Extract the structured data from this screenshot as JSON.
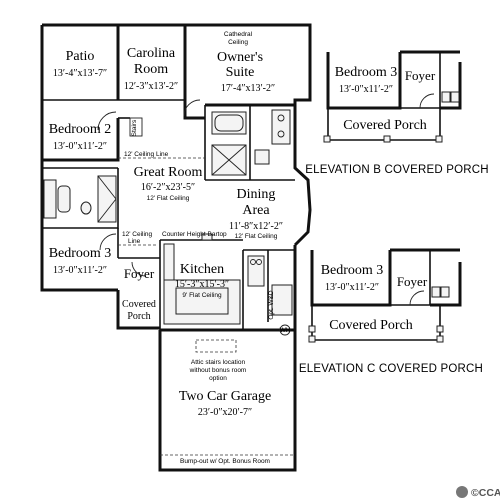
{
  "main_plan": {
    "patio": {
      "name": "Patio",
      "dims": "13′-4″x13′-7″"
    },
    "carolina_room": {
      "name_line1": "Carolina",
      "name_line2": "Room",
      "dims": "12′-3″x13′-2″"
    },
    "owners_suite": {
      "name_line1": "Owner's",
      "name_line2": "Suite",
      "dims": "17′-4″x13′-2″",
      "ceiling_note_line1": "Cathedral",
      "ceiling_note_line2": "Ceiling"
    },
    "bedroom2": {
      "name": "Bedroom 2",
      "dims": "13′-0″x11′-2″"
    },
    "stairs_label": "Stairs",
    "great_room": {
      "name": "Great Room",
      "dims": "16′-2″x23′-5″",
      "ceiling": "12' Flat Ceiling",
      "ceiling_line": "12' Ceiling Line"
    },
    "dining": {
      "name_line1": "Dining",
      "name_line2": "Area",
      "dims": "11′-8″x12′-2″",
      "ceiling": "12' Flat Ceiling"
    },
    "counter_label": "Counter Height Bartop",
    "ceiling_line_left_1": "12' Ceiling",
    "ceiling_line_left_2": "Line",
    "bedroom3": {
      "name": "Bedroom 3",
      "dims": "13′-0″x11′-2″"
    },
    "foyer": {
      "name": "Foyer"
    },
    "covered_porch": {
      "name_line1": "Covered",
      "name_line2": "Porch"
    },
    "kitchen": {
      "name": "Kitchen",
      "dims": "15′-3″x15′-3″",
      "ceiling": "9' Flat Ceiling"
    },
    "pantry_label": "Opt. W&D",
    "wh_label": "WH",
    "attic_note": [
      "Attic stairs location",
      "without bonus room",
      "option"
    ],
    "garage": {
      "name": "Two Car Garage",
      "dims": "23′-0″x20′-7″"
    },
    "bumpout_note": "Bump-out w/ Opt. Bonus Room"
  },
  "elevation_b": {
    "bedroom": {
      "name": "Bedroom 3",
      "dims": "13′-0″x11′-2″"
    },
    "foyer": "Foyer",
    "porch": "Covered Porch",
    "caption": "ELEVATION B COVERED PORCH"
  },
  "elevation_c": {
    "bedroom": {
      "name": "Bedroom 3",
      "dims": "13′-0″x11′-2″"
    },
    "foyer": "Foyer",
    "porch": "Covered Porch",
    "caption": "ELEVATION C COVERED PORCH"
  },
  "watermark": "©CCAR"
}
